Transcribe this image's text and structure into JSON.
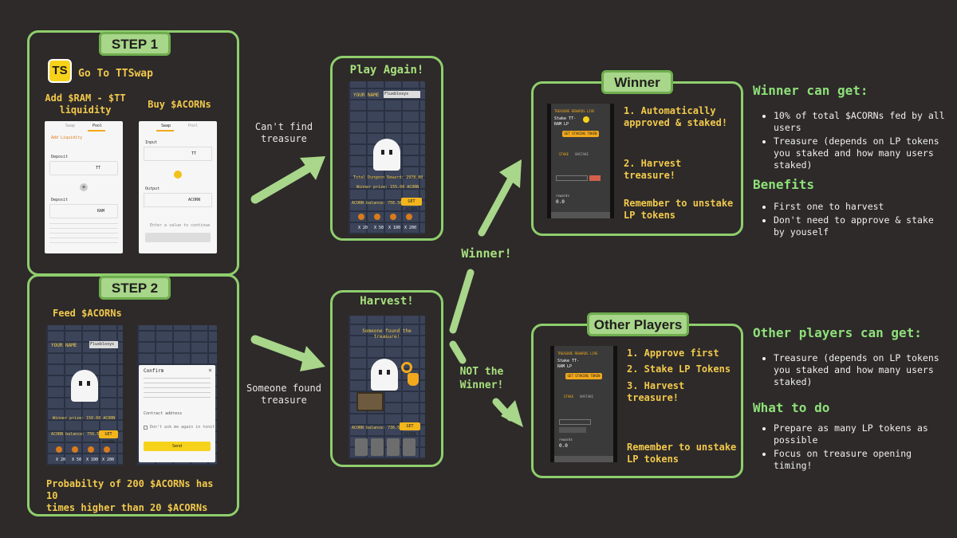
{
  "step1": {
    "tag": "STEP 1",
    "logo": "TS",
    "title": "Go To TTSwap",
    "add_label": "Add $RAM - $TT\nliquidity",
    "buy_label": "Buy $ACORNs",
    "pool_screen": {
      "tabs": [
        "Swap",
        "Pool"
      ],
      "add_liquidity": "Add Liquidity",
      "deposit1": "Deposit",
      "tt": "TT",
      "deposit2": "Deposit",
      "ram": "RAM"
    },
    "swap_screen": {
      "tabs": [
        "Swap",
        "Pool"
      ],
      "input": "Input",
      "output": "Output",
      "tt": "TT",
      "acorn": "ACORN",
      "enter": "Enter a value to continue"
    }
  },
  "step2": {
    "tag": "STEP 2",
    "feed_label": "Feed $ACORNs",
    "game": {
      "your_name": "YOUR NAME",
      "name_value": "Fluxbloxys",
      "winner_prize": "Winner prize: 150.00 ACORN",
      "balance": "ACORN balance: 756.56",
      "get_btn": "GET ACORN",
      "multipliers": [
        "X 20",
        "X 50",
        "X 100",
        "X 200"
      ]
    },
    "confirm": {
      "title": "Confirm",
      "contract": "Contract address",
      "send": "Send",
      "checkbox": "Don't ask me again in tonit"
    },
    "note": "Probabilty of 200 $ACORNs has 10\ntimes higher than  20 $ACORNs"
  },
  "flow": {
    "cant_find": "Can't find\ntreasure",
    "someone_found": "Someone found\ntreasure",
    "winner_branch": "Winner!",
    "not_winner_branch": "NOT the\nWinner!"
  },
  "play_again": {
    "title": "Play Again!",
    "game": {
      "your_name": "YOUR NAME",
      "name_value": "Fluxbloxys",
      "total": "Total Dungeon Reward: 2978.00",
      "winner_prize": "Winner prize: 155.00 ACORN",
      "balance": "ACORN balance: 756.56",
      "get_btn": "GET ACORN",
      "multipliers": [
        "X 20",
        "X 50",
        "X 100",
        "X 200"
      ]
    }
  },
  "harvest": {
    "title": "Harvest!",
    "game": {
      "found": "Someone found the treasure!",
      "balance": "ACORN balance: 736.56",
      "get_btn": "GET ACORN"
    }
  },
  "winner": {
    "tag": "Winner",
    "steps": [
      "1. Automatically\napproved & staked!",
      "2. Harvest treasure!",
      "Remember to unstake\nLP tokens"
    ],
    "screen": {
      "header": "TREASURE REWARDS LIVE",
      "stake": "Stake TT-RAM LP",
      "get_btn": "GET STAKING TOKEN",
      "tabs": [
        "STAKE",
        "UNSTAKE"
      ],
      "rewards": "rewards",
      "value": "0.0"
    }
  },
  "other": {
    "tag": "Other Players",
    "steps": [
      "1. Approve first",
      "2. Stake LP Tokens",
      "3. Harvest treasure!",
      "Remember to unstake\nLP tokens"
    ],
    "screen": {
      "header": "TREASURE REWARDS LIVE",
      "stake": "Stake TT-RAM LP",
      "get_btn": "GET STAKING TOKEN",
      "tabs": [
        "STAKE",
        "UNSTAKE"
      ],
      "rewards": "rewards",
      "value": "0.0"
    }
  },
  "right": {
    "winner_heading": "Winner can get:",
    "winner_items": [
      "10% of total $ACORNs fed by all users",
      "Treasure (depends on LP tokens you staked and how many users staked)"
    ],
    "benefits_heading": "Benefits",
    "benefits_items": [
      "First one to harvest",
      "Don't need to approve & stake by youself"
    ],
    "other_heading": "Other players can get:",
    "other_items": [
      "Treasure  (depends on LP tokens you staked and how many users staked)"
    ],
    "todo_heading": "What to do",
    "todo_items": [
      "Prepare as many LP tokens as possible",
      "Focus on treasure opening timing!"
    ]
  },
  "colors": {
    "bg": "#2d2a29",
    "green": "#8fce6e",
    "yellow": "#f2c94c"
  }
}
